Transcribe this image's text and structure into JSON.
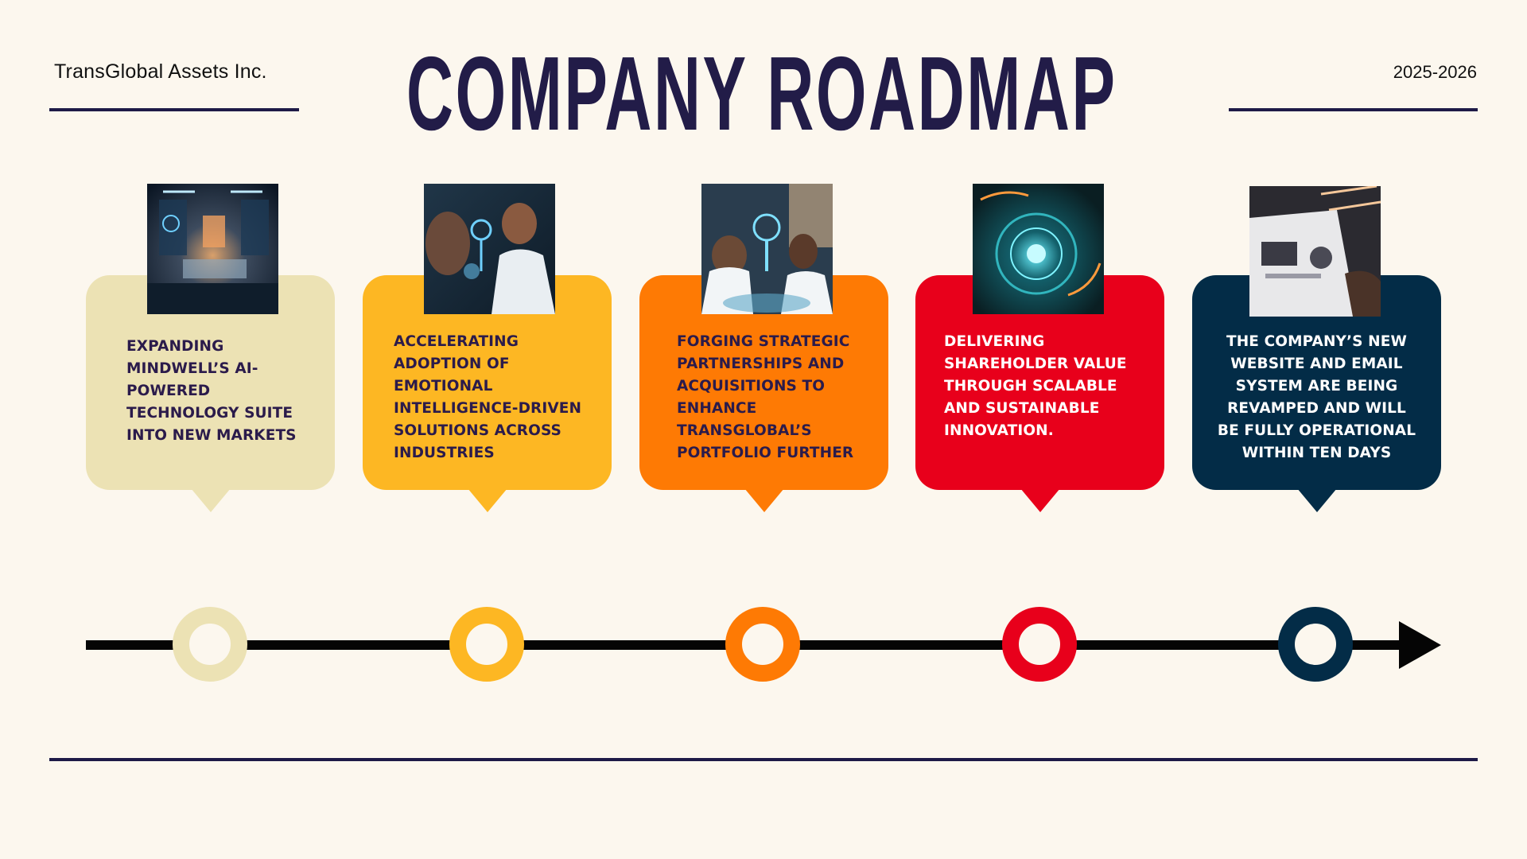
{
  "header": {
    "company": "TransGlobal Assets Inc.",
    "title": "COMPANY ROADMAP",
    "years": "2025-2026"
  },
  "milestones": [
    {
      "text": "EXPANDING MINDWELL’S AI-POWERED TECHNOLOGY SUITE INTO NEW MARKETS",
      "color": "#ece2b4",
      "text_color": "#2b1b4b",
      "image": "ai-tech-room-photo"
    },
    {
      "text": "ACCELERATING ADOPTION OF EMOTIONAL INTELLIGENCE-DRIVEN SOLUTIONS ACROSS INDUSTRIES",
      "color": "#fdb723",
      "text_color": "#2b1b4b",
      "image": "doctors-hologram-photo"
    },
    {
      "text": "FORGING STRATEGIC PARTNERSHIPS AND ACQUISITIONS TO ENHANCE TRANSGLOBAL’S PORTFOLIO FURTHER",
      "color": "#fe7a04",
      "text_color": "#2b1b4b",
      "image": "medical-team-photo"
    },
    {
      "text": "DELIVERING SHAREHOLDER VALUE THROUGH SCALABLE AND SUSTAINABLE INNOVATION.",
      "color": "#e8001b",
      "text_color": "#ffffff",
      "image": "digital-hud-photo"
    },
    {
      "text": "THE COMPANY’S NEW WEBSITE AND EMAIL SYSTEM ARE BEING REVAMPED AND WILL BE FULLY OPERATIONAL WITHIN TEN DAYS",
      "color": "#032c47",
      "text_color": "#ffffff",
      "image": "laptop-website-photo"
    }
  ]
}
